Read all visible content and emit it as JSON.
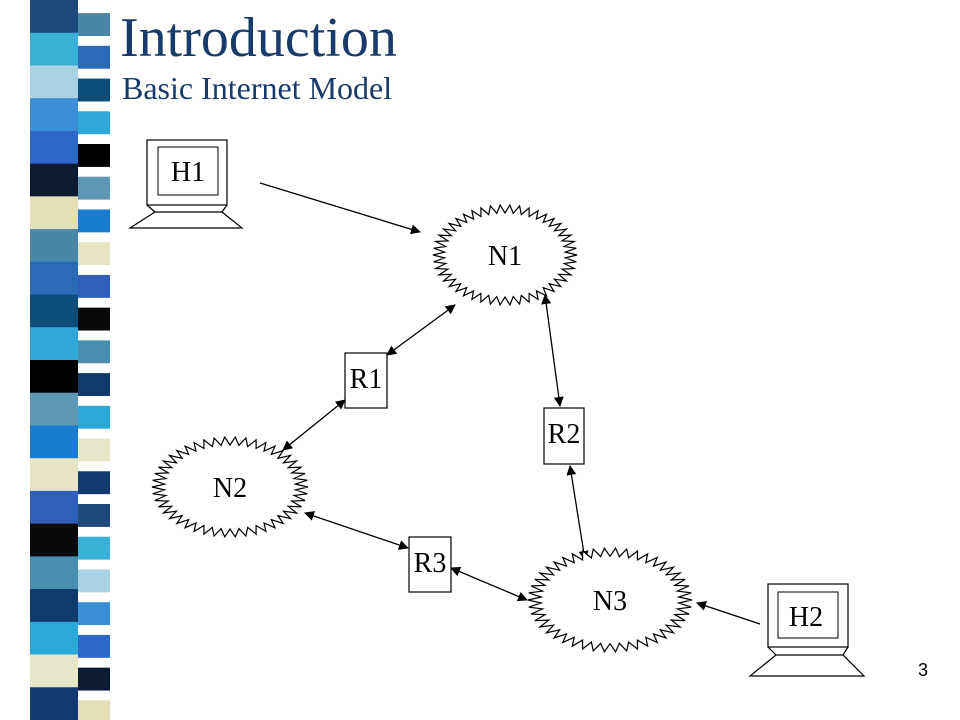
{
  "slide": {
    "title": "Introduction",
    "subtitle": "Basic Internet Model",
    "page_number": "3"
  },
  "side_strip": {
    "colors": [
      "#1e4a7a",
      "#3bb0d6",
      "#a9d3e4",
      "#3b8fd6",
      "#2c68c8",
      "#0d1a33",
      "#e3e0b8",
      "#4a86a8",
      "#2a6bb8",
      "#0e4c7a",
      "#2fa7d9",
      "#000000",
      "#5f98b4",
      "#1a7ccf",
      "#e6e4c4",
      "#2f5fb8",
      "#0a0a0a",
      "#4a8fb0",
      "#0f3a6a",
      "#2aa9d6",
      "#e8e6c8",
      "#123a70"
    ]
  },
  "diagram": {
    "hosts": [
      {
        "id": "h1",
        "label": "H1"
      },
      {
        "id": "h2",
        "label": "H2"
      }
    ],
    "networks": [
      {
        "id": "n1",
        "label": "N1"
      },
      {
        "id": "n2",
        "label": "N2"
      },
      {
        "id": "n3",
        "label": "N3"
      }
    ],
    "routers": [
      {
        "id": "r1",
        "label": "R1"
      },
      {
        "id": "r2",
        "label": "R2"
      },
      {
        "id": "r3",
        "label": "R3"
      }
    ],
    "links": [
      {
        "from": "h1",
        "to": "n1",
        "direction": "one-way"
      },
      {
        "from": "r1",
        "to": "n1",
        "direction": "two-way"
      },
      {
        "from": "r1",
        "to": "n2",
        "direction": "two-way"
      },
      {
        "from": "r2",
        "to": "n1",
        "direction": "two-way"
      },
      {
        "from": "r2",
        "to": "n3",
        "direction": "two-way"
      },
      {
        "from": "r3",
        "to": "n2",
        "direction": "two-way"
      },
      {
        "from": "r3",
        "to": "n3",
        "direction": "two-way"
      },
      {
        "from": "h2",
        "to": "n3",
        "direction": "one-way"
      }
    ]
  }
}
